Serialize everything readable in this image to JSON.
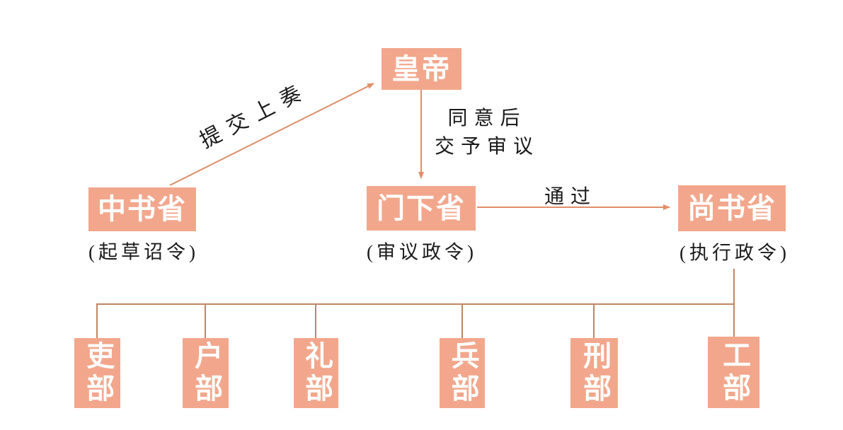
{
  "diagram": {
    "subject": "tang-three-departments-six-ministries-flowchart",
    "nodes": {
      "emperor": {
        "label": "皇帝"
      },
      "zhongshu": {
        "label": "中书省",
        "note": "(起草诏令)"
      },
      "menxia": {
        "label": "门下省",
        "note": "(审议政令)"
      },
      "shangshu": {
        "label": "尚书省",
        "note": "(执行政令)"
      },
      "ministries": [
        {
          "label": "吏部"
        },
        {
          "label": "户部"
        },
        {
          "label": "礼部"
        },
        {
          "label": "兵部"
        },
        {
          "label": "刑部"
        },
        {
          "label": "工部"
        }
      ]
    },
    "edges": {
      "submit": {
        "from": "中书省",
        "to": "皇帝",
        "label": "提交上奏"
      },
      "approve": {
        "from": "皇帝",
        "to": "门下省",
        "label_line1": "同意后",
        "label_line2": "交予审议"
      },
      "pass": {
        "from": "门下省",
        "to": "尚书省",
        "label": "通过"
      }
    },
    "colors": {
      "background": "#FFFFFF",
      "box_fill": "#F2A78C",
      "box_text": "#FFFFFF",
      "arrow": "#DF8E69",
      "connector": "#C08663",
      "label_text": "#1B1B1B"
    }
  }
}
